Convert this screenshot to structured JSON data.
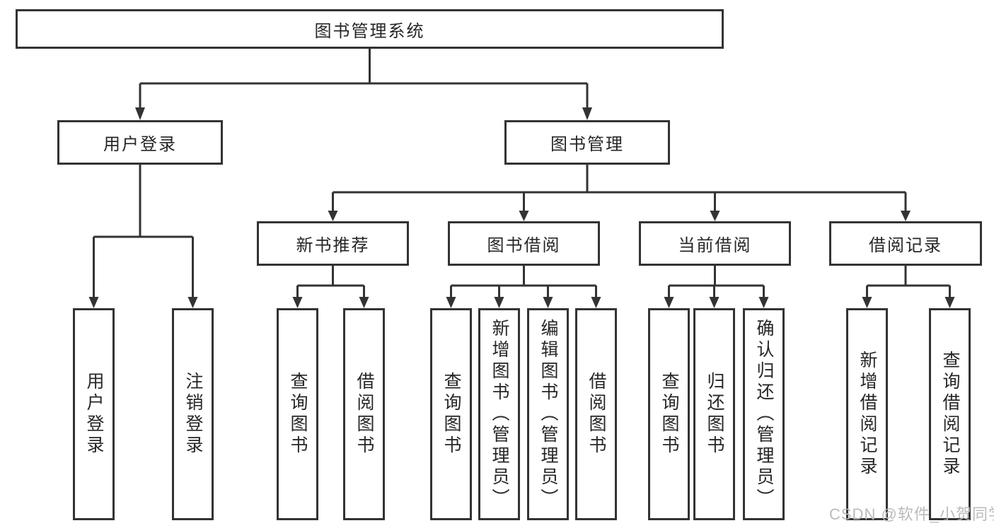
{
  "title": "图书管理系统",
  "colors": {
    "line": "#333333",
    "text": "#262626",
    "box_background": "#ffffff",
    "page_background": "#ffffff",
    "watermark": "#b7b7b7"
  },
  "tree": {
    "root": {
      "label": "图书管理系统"
    },
    "branches": [
      {
        "label": "用户登录",
        "children": [
          {
            "label": "用户登录"
          },
          {
            "label": "注销登录"
          }
        ]
      },
      {
        "label": "图书管理",
        "children": [
          {
            "label": "新书推荐",
            "children": [
              {
                "label": "查询图书"
              },
              {
                "label": "借阅图书"
              }
            ]
          },
          {
            "label": "图书借阅",
            "children": [
              {
                "label": "查询图书"
              },
              {
                "label": "新增图书（管理员）"
              },
              {
                "label": "编辑图书（管理员）"
              },
              {
                "label": "借阅图书"
              }
            ]
          },
          {
            "label": "当前借阅",
            "children": [
              {
                "label": "查询图书"
              },
              {
                "label": "归还图书"
              },
              {
                "label": "确认归还（管理员）"
              }
            ]
          },
          {
            "label": "借阅记录",
            "children": [
              {
                "label": "新增借阅记录"
              },
              {
                "label": "查询借阅记录"
              }
            ]
          }
        ]
      }
    ]
  },
  "watermark": {
    "text": "CSDN @软件_小贺同学"
  }
}
